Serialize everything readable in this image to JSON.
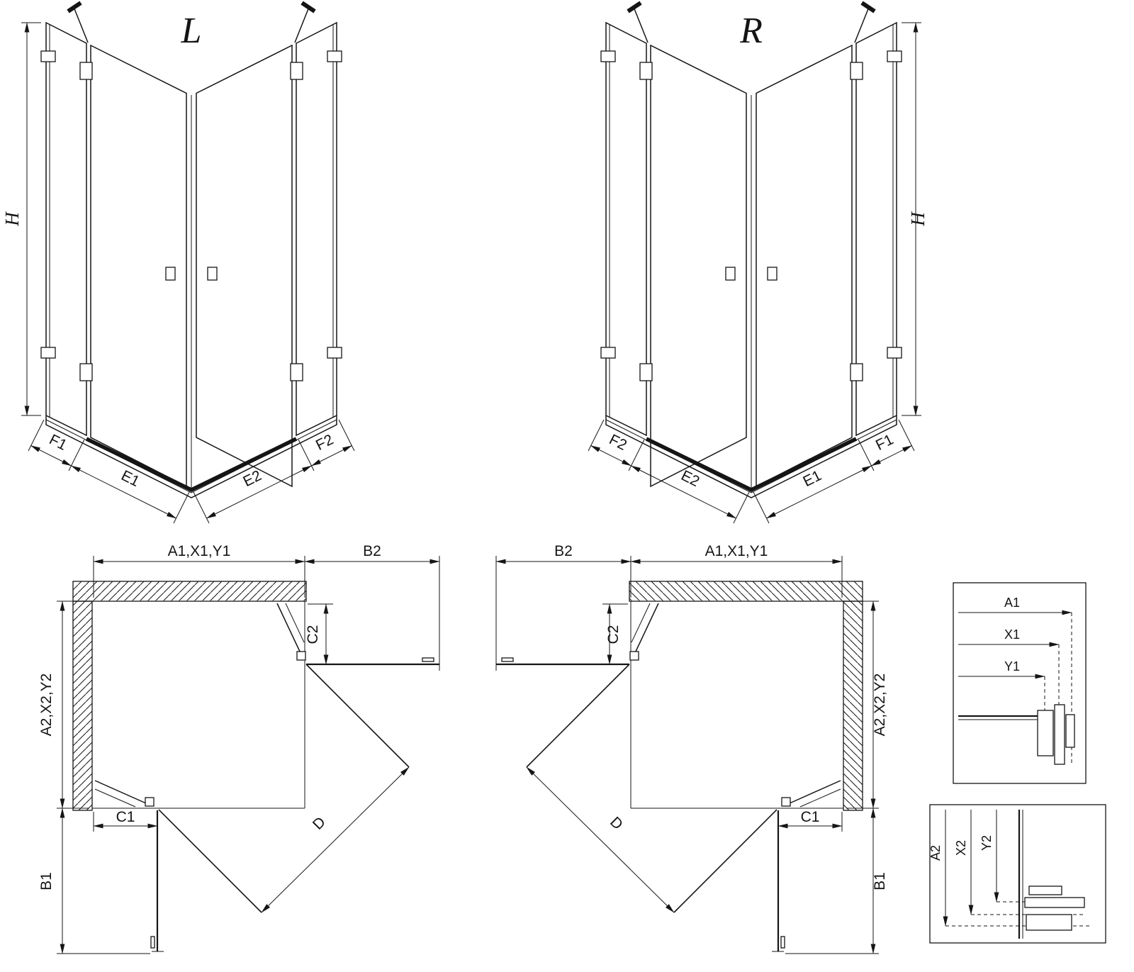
{
  "colors": {
    "ink": "#151515",
    "background": "#ffffff"
  },
  "perspective_left": {
    "variant_label": "L",
    "dim_height": "H",
    "dim_f1": "F1",
    "dim_e1": "E1",
    "dim_e2": "E2",
    "dim_f2": "F2"
  },
  "perspective_right": {
    "variant_label": "R",
    "dim_height": "H",
    "dim_f1": "F1",
    "dim_e1": "E1",
    "dim_e2": "E2",
    "dim_f2": "F2"
  },
  "plan_left": {
    "dim_width_top": "A1,X1,Y1",
    "dim_door_side": "B2",
    "dim_fixed_side": "C2",
    "dim_depth": "A2,X2,Y2",
    "dim_fixed_bottom": "C1",
    "dim_door_bottom": "B1",
    "dim_diagonal": "D"
  },
  "plan_right": {
    "dim_width_top": "A1,X1,Y1",
    "dim_door_side": "B2",
    "dim_fixed_side": "C2",
    "dim_depth": "A2,X2,Y2",
    "dim_fixed_bottom": "C1",
    "dim_door_bottom": "B1",
    "dim_diagonal": "D"
  },
  "detail_top": {
    "dim_a1": "A1",
    "dim_x1": "X1",
    "dim_y1": "Y1"
  },
  "detail_bottom": {
    "dim_a2": "A2",
    "dim_x2": "X2",
    "dim_y2": "Y2"
  }
}
